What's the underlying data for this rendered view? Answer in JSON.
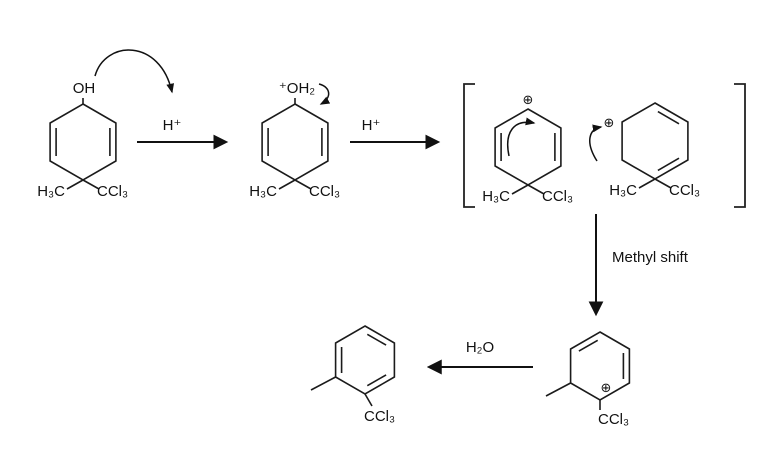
{
  "mechanism": {
    "step_labels": {
      "protonation_1": "H⁺",
      "protonation_2": "H⁺",
      "rearrangement": "Methyl shift",
      "elimination": "H₂O"
    },
    "molecules": {
      "dienol": {
        "top": "OH",
        "left": "H₃C",
        "right": "CCl₃"
      },
      "protonated_dienol": {
        "top": "⁺OH₂",
        "left": "H₃C",
        "right": "CCl₃"
      },
      "carbocation_resonance_1": {
        "charge": "⊕",
        "left": "H₃C",
        "right": "CCl₃"
      },
      "carbocation_resonance_2": {
        "charge": "⊕",
        "left": "H₃C",
        "right": "CCl₃"
      },
      "carbocation_shifted": {
        "charge": "⊕",
        "bottom": "CCl₃"
      },
      "product": {
        "bottom": "CCl₃"
      }
    }
  }
}
